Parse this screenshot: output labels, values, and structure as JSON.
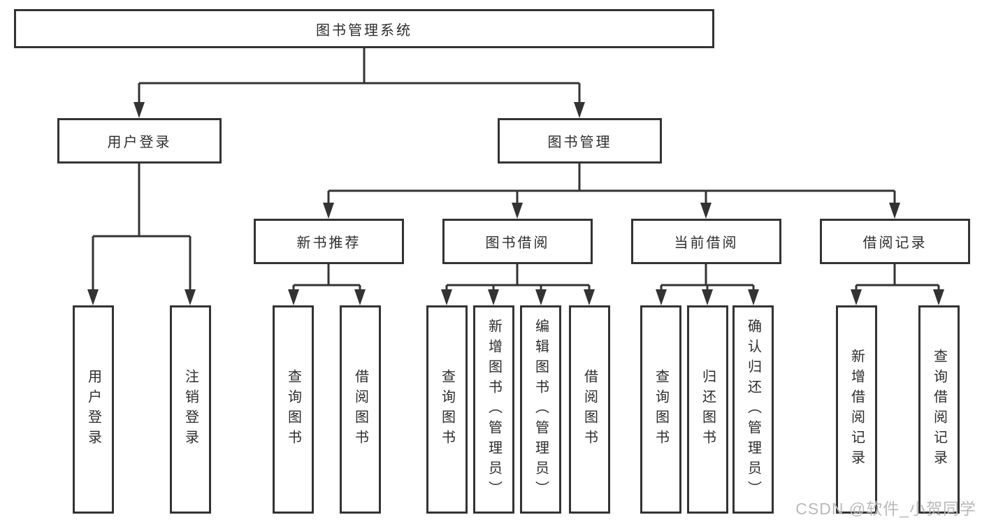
{
  "diagram": {
    "title": "图书管理系统",
    "colors": {
      "line": "#333333",
      "text": "#2d2d2d",
      "background": "#ffffff",
      "watermark": "#b9b9b9"
    },
    "nodes": {
      "root": "图书管理系统",
      "user_login": "用户登录",
      "book_mgmt": "图书管理",
      "new_book_rec": "新书推荐",
      "book_borrow": "图书借阅",
      "current_borrow": "当前借阅",
      "borrow_records": "借阅记录",
      "leaves": {
        "user_login": "用户登录",
        "logout": "注销登录",
        "rec_query": "查询图书",
        "rec_borrow": "借阅图书",
        "bb_query": "查询图书",
        "bb_add": "新增图书（管理员）",
        "bb_edit": "编辑图书（管理员）",
        "bb_borrow": "借阅图书",
        "cb_query": "查询图书",
        "cb_return": "归还图书",
        "cb_confirm": "确认归还（管理员）",
        "br_add": "新增借阅记录",
        "br_query": "查询借阅记录"
      }
    },
    "watermark": "CSDN @软件_小贺同学"
  }
}
